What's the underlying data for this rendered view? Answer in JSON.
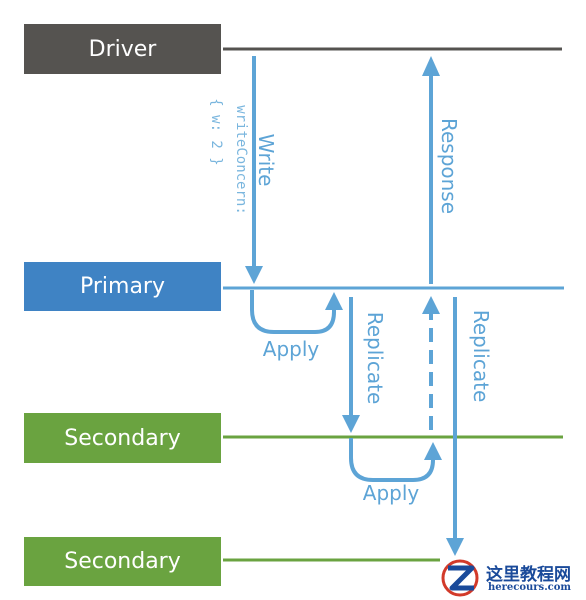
{
  "nodes": {
    "driver": "Driver",
    "primary": "Primary",
    "secondary1": "Secondary",
    "secondary2": "Secondary"
  },
  "labels": {
    "write": "Write",
    "write_concern_line1": "writeConcern:",
    "write_concern_line2": "{ w: 2 }",
    "response": "Response",
    "apply_primary": "Apply",
    "replicate_1": "Replicate",
    "replicate_2": "Replicate",
    "apply_secondary": "Apply"
  },
  "watermark": {
    "title": "这里教程网",
    "url": "herecours.com"
  },
  "colors": {
    "driver": "#555350",
    "primary": "#3f83c4",
    "secondary": "#6aa340",
    "arrow": "#5da4d6",
    "code_text": "#7ab6de"
  }
}
